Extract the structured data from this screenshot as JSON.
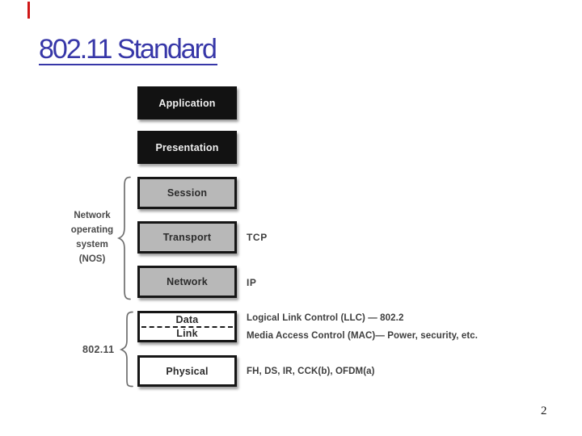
{
  "slide": {
    "title": "802.11 Standard",
    "page_number": "2"
  },
  "diagram": {
    "layers": [
      {
        "label": "Application",
        "style": "black"
      },
      {
        "label": "Presentation",
        "style": "black"
      },
      {
        "label": "Session",
        "style": "gray"
      },
      {
        "label": "Transport",
        "style": "gray"
      },
      {
        "label": "Network",
        "style": "gray"
      },
      {
        "label_top": "Data",
        "label_bottom": "Link",
        "style": "white-split"
      },
      {
        "label": "Physical",
        "style": "white"
      }
    ],
    "left_groups": [
      {
        "label_lines": [
          "Network",
          "operating",
          "system",
          "(NOS)"
        ],
        "spans": "Session–Network"
      },
      {
        "label": "802.11",
        "spans": "Data Link–Physical"
      }
    ],
    "right_annotations": [
      {
        "text": "TCP",
        "aligned_to": "Transport"
      },
      {
        "text": "IP",
        "aligned_to": "Network"
      },
      {
        "text": "Logical Link Control (LLC) — 802.2",
        "aligned_to": "Data"
      },
      {
        "text": "Media Access Control (MAC)— Power, security, etc.",
        "aligned_to": "Link"
      },
      {
        "text": "FH, DS, IR, CCK(b), OFDM(a)",
        "aligned_to": "Physical"
      }
    ],
    "colors": {
      "title_blue": "#3737a8",
      "black_box": "#121212",
      "gray_box": "#b8b8b8",
      "box_border": "#161616",
      "annotation_text": "#3d3d3d",
      "red_marker": "#cf1717",
      "background": "#ffffff"
    }
  }
}
